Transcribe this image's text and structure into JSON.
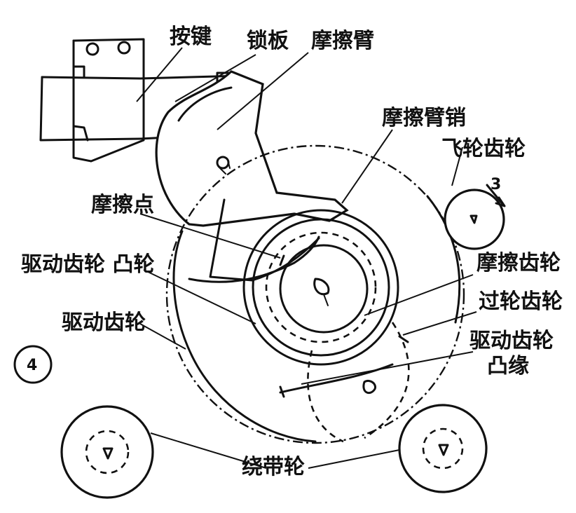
{
  "labels": {
    "key": "按键",
    "lock_plate": "锁板",
    "friction_arm": "摩擦臂",
    "friction_arm_pin": "摩擦臂销",
    "flywheel_gear": "飞轮齿轮",
    "friction_point": "摩擦点",
    "drive_gear_cam": "驱动齿轮 凸轮",
    "friction_gear": "摩擦齿轮",
    "idler_gear": "过轮齿轮",
    "drive_gear": "驱动齿轮",
    "drive_gear_flange_line1": "驱动齿轮",
    "drive_gear_flange_line2": "凸缘",
    "take_up_reel": "绕带轮"
  },
  "markers": {
    "arrow_number": "3",
    "circle_badge": "4"
  }
}
